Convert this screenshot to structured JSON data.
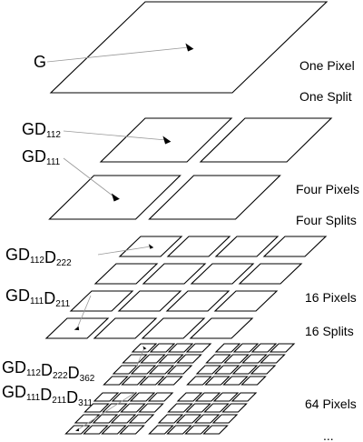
{
  "diagram": {
    "levels": [
      {
        "side_labels": [
          "One Pixel",
          "One Split"
        ],
        "grid": 1,
        "markers": [
          {
            "row": 0,
            "col": 0,
            "dir": "ne",
            "label": [
              {
                "t": "G"
              }
            ]
          }
        ]
      },
      {
        "side_labels": [
          "Four Pixels",
          "Four Splits"
        ],
        "grid": 2,
        "markers": [
          {
            "row": 0,
            "col": 0,
            "dir": "ne",
            "label": [
              {
                "t": "GD"
              },
              {
                "s": "112"
              }
            ]
          },
          {
            "row": 1,
            "col": 0,
            "dir": "ne",
            "label": [
              {
                "t": "GD"
              },
              {
                "s": "111"
              }
            ]
          }
        ]
      },
      {
        "side_labels": [
          "16 Pixels",
          "16 Splits"
        ],
        "grid": 4,
        "markers": [
          {
            "row": 0,
            "col": 0,
            "dir": "ne",
            "label": [
              {
                "t": "GD"
              },
              {
                "s": "112"
              },
              {
                "t": "D"
              },
              {
                "s": "222"
              }
            ]
          },
          {
            "row": 3,
            "col": 0,
            "dir": "sw",
            "label": [
              {
                "t": "GD"
              },
              {
                "s": "111"
              },
              {
                "t": "D"
              },
              {
                "s": "211"
              }
            ]
          }
        ]
      },
      {
        "side_labels": [
          "64 Pixels",
          "..."
        ],
        "grid": 8,
        "markers": [
          {
            "row": 0,
            "col": 0,
            "dir": "ne",
            "label": [
              {
                "t": "GD"
              },
              {
                "s": "112"
              },
              {
                "t": "D"
              },
              {
                "s": "222"
              },
              {
                "t": "D"
              },
              {
                "s": "362"
              }
            ]
          },
          {
            "row": 7,
            "col": 0,
            "dir": "sw",
            "label": [
              {
                "t": "GD"
              },
              {
                "s": "111"
              },
              {
                "t": "D"
              },
              {
                "s": "211"
              },
              {
                "t": "D"
              },
              {
                "s": "311"
              }
            ]
          }
        ]
      }
    ]
  }
}
